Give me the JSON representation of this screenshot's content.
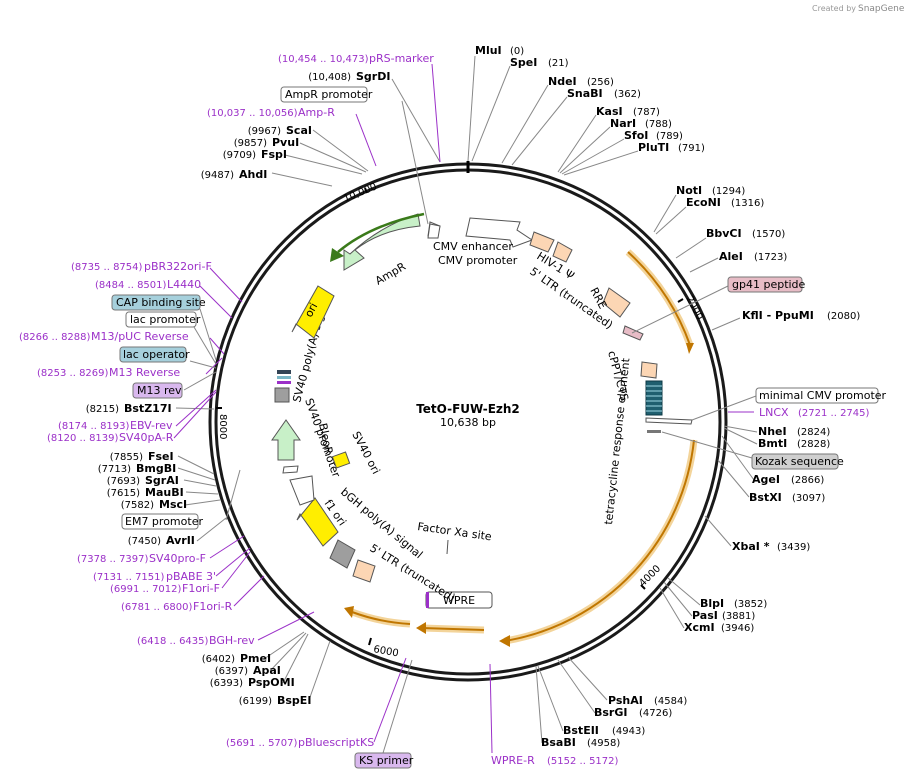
{
  "branding": {
    "created_by": "Created by",
    "app": "SnapGene"
  },
  "plasmid": {
    "name": "TetO-FUW-Ezh2",
    "size": "10,638 bp"
  },
  "ticks": [
    "2000",
    "4000",
    "6000",
    "8000",
    "10,000"
  ],
  "enzymes": [
    {
      "name": "MluI",
      "pos": "(0)"
    },
    {
      "name": "SpeI",
      "pos": "(21)"
    },
    {
      "name": "NdeI",
      "pos": "(256)"
    },
    {
      "name": "SnaBI",
      "pos": "(362)"
    },
    {
      "name": "KasI",
      "pos": "(787)"
    },
    {
      "name": "NarI",
      "pos": "(788)"
    },
    {
      "name": "SfoI",
      "pos": "(789)"
    },
    {
      "name": "PluTI",
      "pos": "(791)"
    },
    {
      "name": "NotI",
      "pos": "(1294)"
    },
    {
      "name": "EcoNI",
      "pos": "(1316)"
    },
    {
      "name": "BbvCI",
      "pos": "(1570)"
    },
    {
      "name": "AleI",
      "pos": "(1723)"
    },
    {
      "name": "KflI  - PpuMI",
      "pos": "(2080)"
    },
    {
      "name": "NheI",
      "pos": "(2824)"
    },
    {
      "name": "BmtI",
      "pos": "(2828)"
    },
    {
      "name": "AgeI",
      "pos": "(2866)"
    },
    {
      "name": "BstXI",
      "pos": "(3097)"
    },
    {
      "name": "XbaI *",
      "pos": "(3439)"
    },
    {
      "name": "BlpI",
      "pos": "(3852)"
    },
    {
      "name": "PasI",
      "pos": "(3881)"
    },
    {
      "name": "XcmI",
      "pos": "(3946)"
    },
    {
      "name": "PshAI",
      "pos": "(4584)"
    },
    {
      "name": "BsrGI",
      "pos": "(4726)"
    },
    {
      "name": "BstEII",
      "pos": "(4943)"
    },
    {
      "name": "BsaBI",
      "pos": "(4958)"
    },
    {
      "name": "BspEI",
      "pos": "(6199)"
    },
    {
      "name": "PspOMI",
      "pos": "(6393)"
    },
    {
      "name": "ApaI",
      "pos": "(6397)"
    },
    {
      "name": "PmeI",
      "pos": "(6402)"
    },
    {
      "name": "AvrII",
      "pos": "(7450)"
    },
    {
      "name": "MscI",
      "pos": "(7582)"
    },
    {
      "name": "MauBI",
      "pos": "(7615)"
    },
    {
      "name": "SgrAI",
      "pos": "(7693)"
    },
    {
      "name": "BmgBI",
      "pos": "(7713)"
    },
    {
      "name": "FseI",
      "pos": "(7855)"
    },
    {
      "name": "BstZ17I",
      "pos": "(8215)"
    },
    {
      "name": "AhdI",
      "pos": "(9487)"
    },
    {
      "name": "FspI",
      "pos": "(9709)"
    },
    {
      "name": "PvuI",
      "pos": "(9857)"
    },
    {
      "name": "ScaI",
      "pos": "(9967)"
    },
    {
      "name": "SgrDI",
      "pos": "(10,408)"
    }
  ],
  "primers": [
    {
      "range": "(10,454 .. 10,473)",
      "name": "pRS-marker"
    },
    {
      "range": "(10,037 .. 10,056)",
      "name": "Amp-R"
    },
    {
      "range": "(8735 .. 8754)",
      "name": "pBR322ori-F"
    },
    {
      "range": "(8484 .. 8501)",
      "name": "L4440"
    },
    {
      "range": "(8266 .. 8288)",
      "name": "M13/pUC Reverse"
    },
    {
      "range": "(8253 .. 8269)",
      "name": "M13 Reverse"
    },
    {
      "range": "(8174 .. 8193)",
      "name": "EBV-rev"
    },
    {
      "range": "(8120 .. 8139)",
      "name": "SV40pA-R"
    },
    {
      "range": "(7378 .. 7397)",
      "name": "SV40pro-F"
    },
    {
      "range": "(7131 .. 7151)",
      "name": "pBABE 3'"
    },
    {
      "range": "(6991 .. 7012)",
      "name": "F1ori-F"
    },
    {
      "range": "(6781 .. 6800)",
      "name": "F1ori-R"
    },
    {
      "range": "(6418 .. 6435)",
      "name": "BGH-rev"
    },
    {
      "range": "(5691 .. 5707)",
      "name": "pBluescriptKS"
    },
    {
      "range": "(5152 .. 5172)",
      "name": "WPRE-R"
    },
    {
      "range": "(2721 .. 2745)",
      "name": "LNCX"
    }
  ],
  "boxed_labels": {
    "ampr_promoter": "AmpR promoter",
    "cap_binding_site": "CAP binding site",
    "lac_promoter": "lac promoter",
    "lac_operator": "lac operator",
    "m13_rev": "M13 rev",
    "em7_promoter": "EM7 promoter",
    "ks_primer": "KS primer",
    "gp41_peptide": "gp41 peptide",
    "minimal_cmv": "minimal CMV promoter",
    "kozak": "Kozak sequence",
    "wpre": "WPRE"
  },
  "features": {
    "cmv_enhancer": "CMV enhancer",
    "cmv_promoter": "CMV promoter",
    "hiv_psi": "HIV-1 Ψ",
    "ltr5_top": "5' LTR (truncated)",
    "rre": "RRE",
    "cppt": "cPPT/CTS",
    "tre": "tetracycline response element",
    "factor_xa": "Factor Xa site",
    "ltr5_bottom": "5' LTR (truncated)",
    "bgh": "bGH poly(A) signal",
    "f1_ori": "f1 ori",
    "sv40_promoter": "SV40 promoter",
    "bleor": "BleoR",
    "sv40_ori": "SV40 ori",
    "sv40_polya": "SV40 poly(A) signal",
    "ori": "ori",
    "ampr": "AmpR"
  },
  "colors": {
    "backbone": "#1a1a1a",
    "primer": "#9b30c8",
    "orange": "#e8a33d",
    "ampr_green": "#c8f0c8",
    "yellow": "#ffee00",
    "ltr": "#fcd6b4",
    "gray": "#9e9e9e",
    "box_gray": "#cfcfcf",
    "box_blue": "#a6d0dc",
    "box_pink": "#e7bcc6",
    "box_purple": "#d9b8ee"
  }
}
